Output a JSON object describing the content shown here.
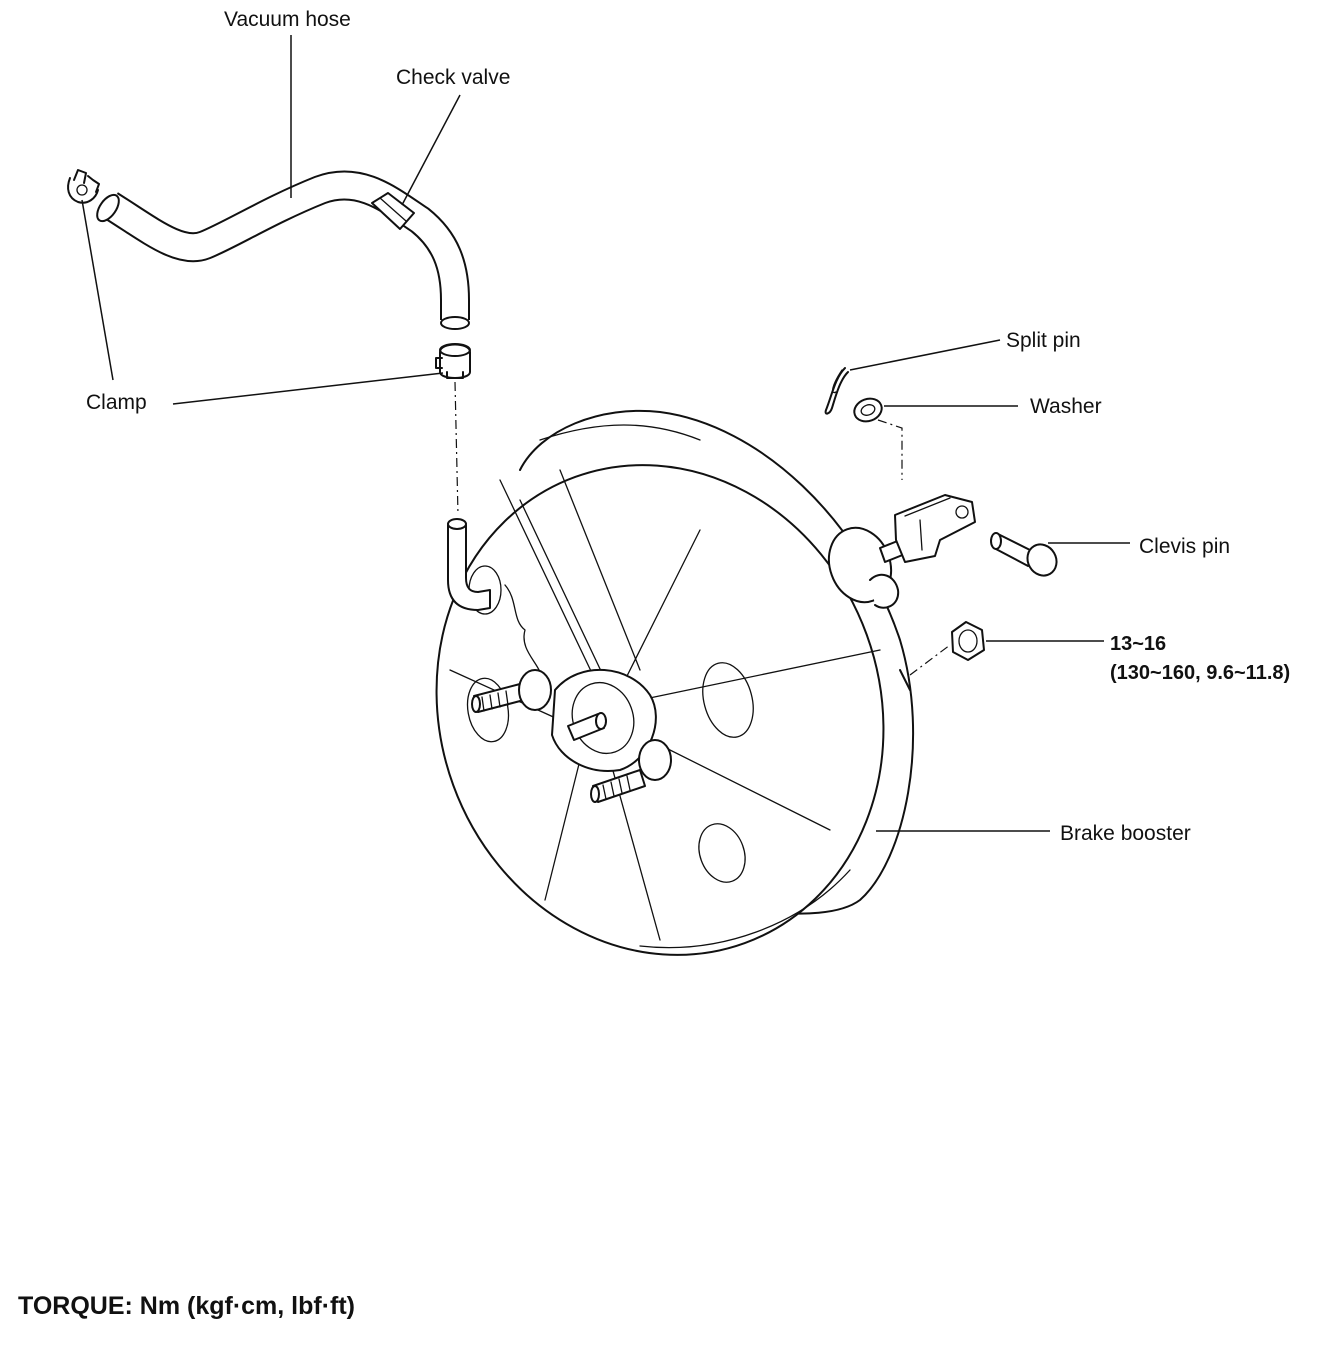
{
  "labels": {
    "vacuum_hose": "Vacuum hose",
    "check_valve": "Check valve",
    "clamp": "Clamp",
    "split_pin": "Split pin",
    "washer": "Washer",
    "clevis_pin": "Clevis pin",
    "torque_value": "13~16",
    "torque_alt": "(130~160, 9.6~11.8)",
    "brake_booster": "Brake booster"
  },
  "footer": {
    "torque_units": "TORQUE: Nm (kgf·cm, lbf·ft)"
  }
}
